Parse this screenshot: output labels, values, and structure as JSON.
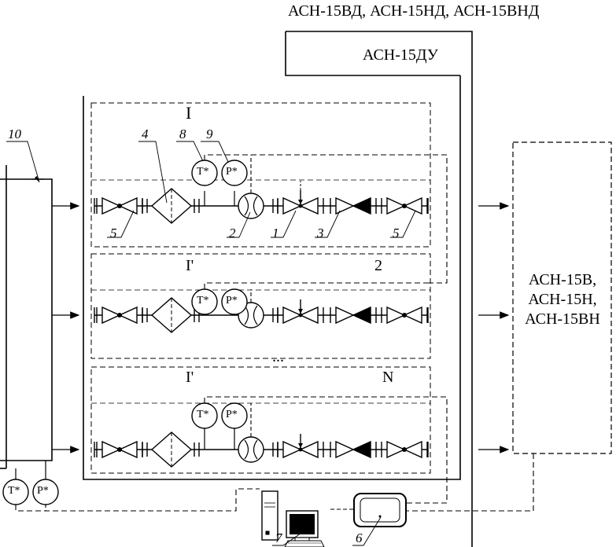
{
  "header": {
    "variants_top": "АСН-15ВД, АСН-15НД, АСН-15ВНД",
    "variant_du": "АСН-15ДУ"
  },
  "right_block": {
    "lines": [
      "АСН-15В,",
      "АСН-15Н,",
      "АСН-15ВН"
    ]
  },
  "lines": {
    "line1_title": "I",
    "line2_title": "I'",
    "line2_suffix": "2",
    "line3_title": "I'",
    "ellipsis": "...",
    "line3_suffix": "N"
  },
  "gauges": {
    "temperature": "T*",
    "pressure": "P*"
  },
  "callouts": {
    "n1": "1",
    "n2": "2",
    "n3": "3",
    "n4": "4",
    "n5a": "5",
    "n5b": "5",
    "n6": "6",
    "n7": "7",
    "n8": "8",
    "n9": "9",
    "n10": "10"
  }
}
